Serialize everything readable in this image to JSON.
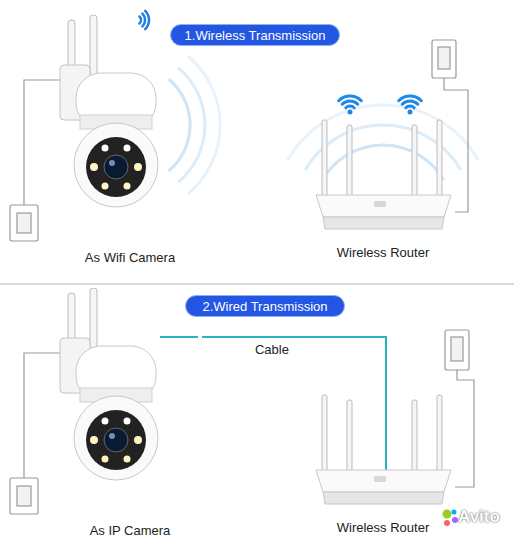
{
  "diagram": {
    "nodes": [
      {
        "text": [
          "1.Wireless Transmission"
        ]
      },
      {
        "text": [
          "As Wifi Camera"
        ]
      },
      {
        "text": [
          "Wireless Router"
        ]
      },
      {
        "text": [
          "2.Wired Transmission"
        ]
      },
      {
        "text": [
          "As IP Camera"
        ]
      },
      {
        "text": [
          "Wireless Router"
        ]
      }
    ],
    "edges": [
      {
        "from": 4,
        "to": 5,
        "label": "Cable",
        "arrow": "none"
      }
    ],
    "labels": [
      "Avito"
    ]
  }
}
